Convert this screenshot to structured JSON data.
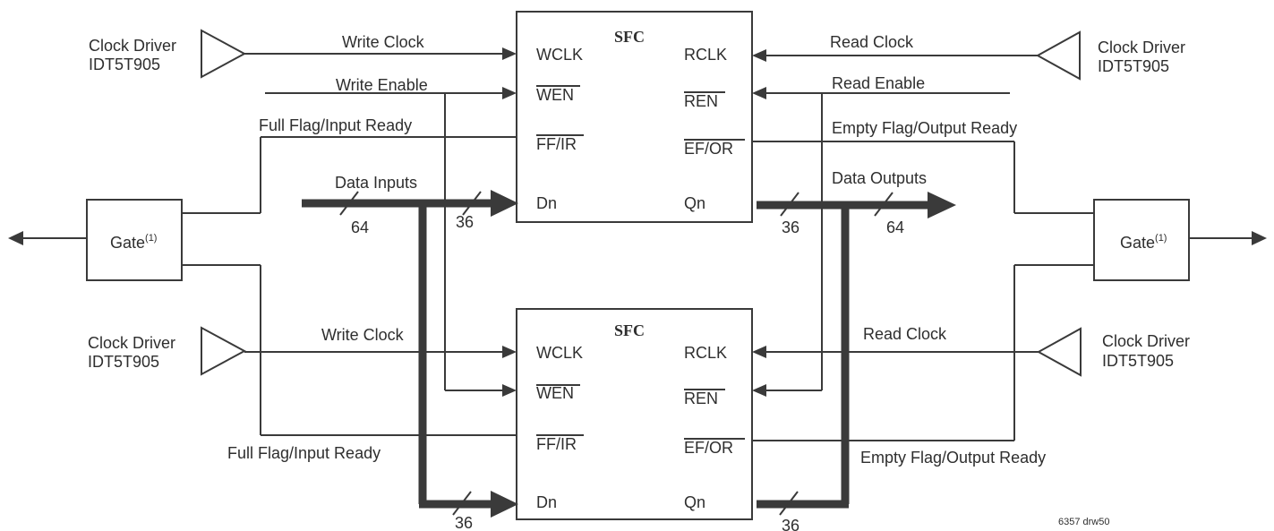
{
  "sfc_top": {
    "title": "SFC",
    "wclk": "WCLK",
    "wen": "WEN",
    "ffir": "FF/IR",
    "dn": "Dn",
    "rclk": "RCLK",
    "ren": "REN",
    "efor": "EF/OR",
    "qn": "Qn"
  },
  "sfc_bottom": {
    "title": "SFC",
    "wclk": "WCLK",
    "wen": "WEN",
    "ffir": "FF/IR",
    "dn": "Dn",
    "rclk": "RCLK",
    "ren": "REN",
    "efor": "EF/OR",
    "qn": "Qn"
  },
  "clock_drivers": [
    {
      "line1": "Clock Driver",
      "line2": "IDT5T905"
    },
    {
      "line1": "Clock Driver",
      "line2": "IDT5T905"
    },
    {
      "line1": "Clock Driver",
      "line2": "IDT5T905"
    },
    {
      "line1": "Clock Driver",
      "line2": "IDT5T905"
    }
  ],
  "gates": [
    {
      "label": "Gate",
      "sup": "(1)"
    },
    {
      "label": "Gate",
      "sup": "(1)"
    }
  ],
  "signals": {
    "write_clock_top": "Write Clock",
    "write_enable": "Write Enable",
    "full_flag_top": "Full Flag/Input Ready",
    "data_inputs": "Data Inputs",
    "read_clock_top": "Read Clock",
    "read_enable": "Read Enable",
    "empty_flag_top": "Empty Flag/Output Ready",
    "data_outputs": "Data Outputs",
    "write_clock_bottom": "Write Clock",
    "full_flag_bottom": "Full Flag/Input Ready",
    "read_clock_bottom": "Read Clock",
    "empty_flag_bottom": "Empty Flag/Output Ready"
  },
  "bus_widths": {
    "data_in": "64",
    "dn_top": "36",
    "dn_bottom": "36",
    "qn_top": "36",
    "qn_bottom": "36",
    "data_out": "64"
  },
  "drawing_id": "6357 drw50"
}
